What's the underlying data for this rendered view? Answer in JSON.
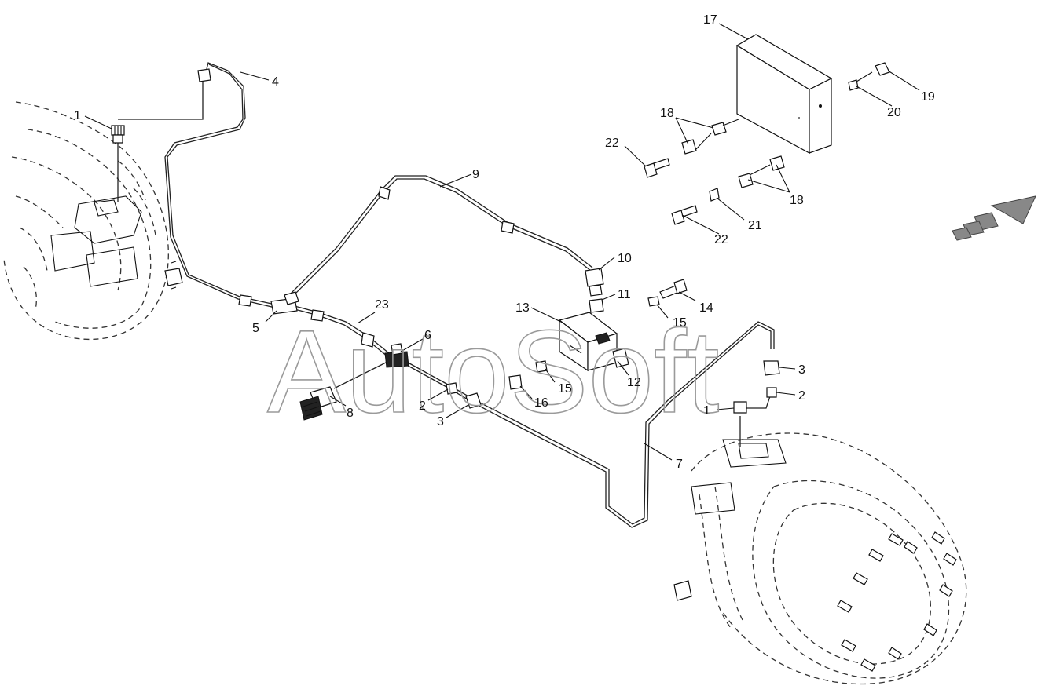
{
  "watermark": "AutoSoft",
  "callouts": {
    "c1a": "1",
    "c1b": "1",
    "c2a": "2",
    "c2b": "2",
    "c3a": "3",
    "c3b": "3",
    "c4": "4",
    "c5": "5",
    "c6": "6",
    "c7": "7",
    "c8": "8",
    "c9": "9",
    "c10": "10",
    "c11": "11",
    "c12": "12",
    "c13": "13",
    "c14": "14",
    "c15a": "15",
    "c15b": "15",
    "c16": "16",
    "c17": "17",
    "c18a": "18",
    "c18b": "18",
    "c19": "19",
    "c20": "20",
    "c21": "21",
    "c22a": "22",
    "c22b": "22",
    "c23": "23"
  },
  "colors": {
    "line": "#111111",
    "watermark": "#9a9a9a",
    "arrow": "#888888"
  }
}
